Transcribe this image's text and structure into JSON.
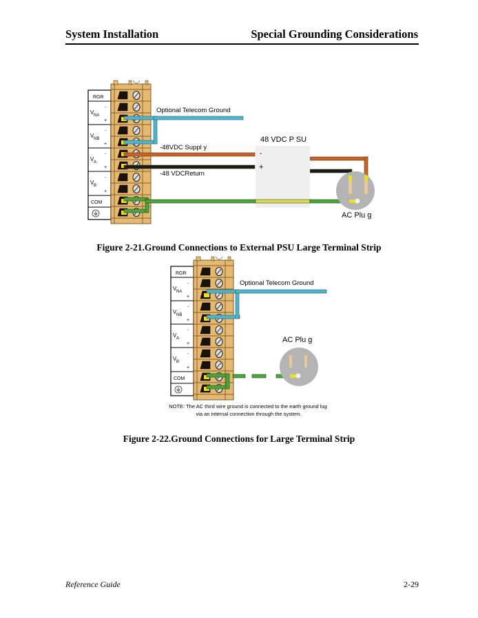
{
  "header": {
    "left": "System Installation",
    "right": "Special Grounding Considerations"
  },
  "figure1": {
    "caption": "Figure 2-21.Ground Connections to External PSU Large Terminal Strip",
    "strip_labels": {
      "rgr": "RGR",
      "vna": "V",
      "vna_sub": "NA",
      "vnb": "V",
      "vnb_sub": "NB",
      "va": "V",
      "va_sub": "A",
      "vb": "V",
      "vb_sub": "B",
      "com": "COM",
      "minus": "-",
      "plus": "+"
    },
    "telecom_ground_label": "Optional  Telecom Ground",
    "supply_label": "-48VDC Suppl y",
    "return_label": "-48 VDCReturn",
    "psu_label": "48 VDC P SU",
    "psu_minus": "-",
    "psu_plus": "+",
    "plug_label": "AC Plu g"
  },
  "figure2": {
    "caption": "Figure 2-22.Ground Connections for Large Terminal Strip",
    "strip_labels": {
      "rgr": "RGR",
      "vna": "V",
      "vna_sub": "NA",
      "vnb": "V",
      "vnb_sub": "NB",
      "va": "V",
      "va_sub": "A",
      "vb": "V",
      "vb_sub": "B",
      "com": "COM",
      "minus": "-",
      "plus": "+"
    },
    "telecom_ground_label": "Optional  Telecom Ground",
    "plug_label": "AC Plu g",
    "note_line1": "NOTE: The AC third wire ground is connected to the earth ground lug",
    "note_line2": "via an internal connection through the system."
  },
  "colors": {
    "terminal": "#e6b96e",
    "terminal_edge": "#5a4220",
    "telecom_wire": "#4db5cf",
    "supply_wire": "#c8642a",
    "return_wire": "#1a1a1a",
    "ground_wire": "#4aa63a",
    "lug": "#e8e020",
    "psu_box": "#efefef",
    "plug": "#b4b4b4",
    "prong": "#e8c89a"
  },
  "footer": {
    "left": "Reference Guide",
    "right": "2-29"
  }
}
